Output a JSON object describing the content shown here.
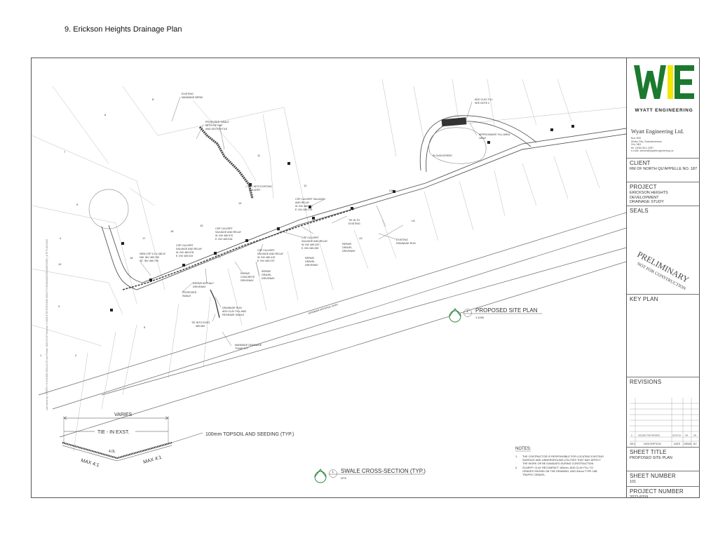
{
  "page_title": "9. Erickson Heights Drainage Plan",
  "title_block": {
    "logo_text": "WYATT ENGINEERING",
    "firm_name": "Wyatt Engineering Ltd.",
    "firm_address": [
      "Box 800",
      "White City, Saskatchewan",
      "S4L 5B1",
      "tel: (306) 551-4357",
      "e-mail: admin@wyattengineering.ca"
    ],
    "client_label": "CLIENT",
    "client_value": "RM OF NORTH QU'APPELLE NO. 187",
    "project_label": "PROJECT",
    "project_value_1": "ERICKSON HEIGHTS DEVELOPMENT",
    "project_value_2": "DRAINAGE STUDY",
    "seals_label": "SEALS",
    "stamp_line1": "PRELIMINARY",
    "stamp_line2": "NOT FOR CONSTRUCTION",
    "key_plan_label": "KEY PLAN",
    "revisions_label": "REVISIONS",
    "rev_row": {
      "no": "0",
      "desc": "ISSUED FOR REVIEW",
      "date": "25-03-24",
      "drawn": "SH",
      "by": "AH"
    },
    "rev_header": {
      "no": "REV.",
      "desc": "DESCRIPTION",
      "date": "DATE",
      "drawn": "DRWN",
      "by": "BY"
    },
    "sheet_title_label": "SHEET TITLE",
    "sheet_title_value": "PROPOSED SITE PLAN",
    "sheet_number_label": "SHEET NUMBER",
    "sheet_number_value": "101",
    "project_number_label": "PROJECT NUMBER",
    "project_number_value": "2023-8709"
  },
  "plan": {
    "view1_no": "1",
    "view1_title": "PROPOSED SITE PLAN",
    "view1_scale": "1:1000",
    "view2_no": "1",
    "view2_title": "SWALE CROSS-SECTION (TYP.)",
    "view2_scale": "NTS",
    "highway_label": "GRIDMAR ARTERIAL PATH",
    "callouts": {
      "existing_berm": [
        "EXISTING",
        "MANMADE BERM"
      ],
      "proposed_swale_top": [
        "PROPOSED SWALE",
        "WITH RIP RAP",
        "AND GEOTEXTILE"
      ],
      "tie_culvert": [
        "TIE INTO EXISTING",
        "CULVERT"
      ],
      "csp_a": [
        "CSP CULVERT SALVAGE",
        "AND RELAY",
        "W. INV 489.237",
        "E. INV 489.176"
      ],
      "tie_existing": [
        "TIE IN TO",
        "EXISTING"
      ],
      "existing_drain": [
        "EXISTING",
        "DRAINAGE RUN"
      ],
      "csp_b": [
        "CSP CULVERT",
        "SALVAGE AND RELAY",
        "W. INV 489.333",
        "E. INV 489.285"
      ],
      "repair_gravel_1": [
        "REPAIR",
        "GRAVEL",
        "DRIVEWAY"
      ],
      "repair_gravel_2": [
        "REPAIR",
        "GRAVEL",
        "DRIVEWAY"
      ],
      "csp_c": [
        "CSP CULVERT",
        "SALVAGE AND RELAY",
        "W. INV 489.570",
        "E. INV 489.518"
      ],
      "csp_d": [
        "CSP CULVERT",
        "SALVAGE AND RELAY",
        "W. INV 489.578",
        "E. INV 489.519"
      ],
      "csp_e": [
        "CSP CULVERT",
        "SALVAGE AND RELAY",
        "W. INV 489.415",
        "E. INV 489.370"
      ],
      "new_csp": [
        "NEW CSP 14 m 380 Ø",
        "NW.   INV 489.795",
        "SE.   INV 489.790"
      ],
      "repair_concrete": [
        "REPAIR",
        "CONCRETE",
        "DRIVEWAY"
      ],
      "repair_gravel_3": [
        "REPAIR",
        "GRAVEL",
        "DRIVEWAY"
      ],
      "repair_asphalt": [
        "REPAIR ASPHALT",
        "DRIVEWAY"
      ],
      "proposed_swale": [
        "PROPOSED",
        "SWALE"
      ],
      "drainage_run": [
        "DRAINAGE RUN",
        "ADD CLAY FILL AND",
        "REGRADE SWALE"
      ],
      "tie_exist_b": [
        "TIE INTO EXIST.",
        "489.083"
      ],
      "manmade_drain": [
        "MANMADE DRAINAGE",
        "\"PUMP PIT\""
      ],
      "add_clay": [
        "ADD CLAY FILL",
        "SEE NOTE 2"
      ],
      "approx_fill": [
        "APPROXIMATE FILL AREA",
        "184m²"
      ],
      "slough": [
        "SLOUGH/CREEK"
      ]
    },
    "lot_numbers": [
      "6",
      "7",
      "8",
      "9",
      "10",
      "11",
      "12",
      "13",
      "14",
      "15",
      "16",
      "17",
      "18",
      "1",
      "2",
      "3",
      "4",
      "5",
      "U1",
      "U2"
    ]
  },
  "section": {
    "varies": "VARIES",
    "tie_in": "TIE - IN EXST.",
    "topsoil": "100mm TOPSOIL AND SEEDING (TYP.)",
    "max_left": "MAX 4:1",
    "max_right": "MAX 4:1",
    "center": "4.0L"
  },
  "notes": {
    "heading": "NOTES:",
    "items": [
      [
        "1.",
        "THE CONTRACTOR IS RESPONSIBLE FOR LOCATING EXISTING",
        "SURFACE AND UNDERGROUND UTILITIES THAT MAY AFFECT",
        "THE WORK OR BE DAMAGED DURING CONSTRUCTION."
      ],
      [
        "2.",
        "SCARIFY CLAY RECOMPACT 150mm, ADD CLAY FILL TO",
        "GRADES SHOWN ON THE DRAWING, ADD 50mm TYPE 16B",
        "TRAFFIC GRAVEL."
      ]
    ]
  },
  "edge_text": "Last saved by: SHERRY Hf-UYNSON 2024-03-25   Last Plotted: 2025-03-25   Filename: C:\\2023-8709 ERICKSON HEIGHTS DRAINAGE\\DRAWINGS\\DEV_SITE PLAN.DWG",
  "colors": {
    "logo_green": "#1c7a2f",
    "logo_yellow": "#f3e600",
    "line": "#444444",
    "swale": "#555555"
  }
}
